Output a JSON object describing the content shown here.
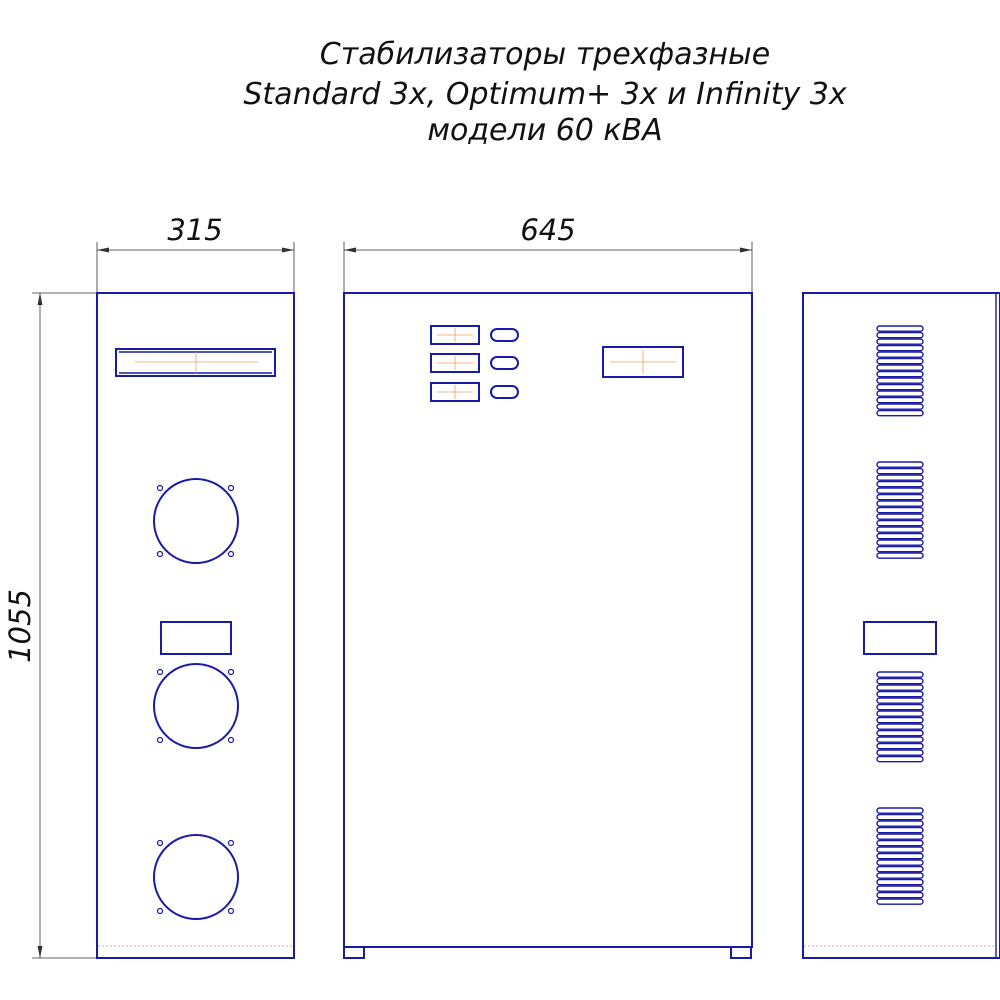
{
  "title": {
    "line1": "Стабилизаторы трехфазные",
    "line2": "Standard 3x, Optimum+ 3x и Infinity 3x",
    "line3": "модели 60 кВА"
  },
  "dimensions": {
    "side_width": "315",
    "front_width": "645",
    "height": "1055"
  },
  "colors": {
    "outline": "#1a1aa8",
    "dimension": "#333333",
    "centerline": "#e8a060",
    "text": "#111111"
  }
}
